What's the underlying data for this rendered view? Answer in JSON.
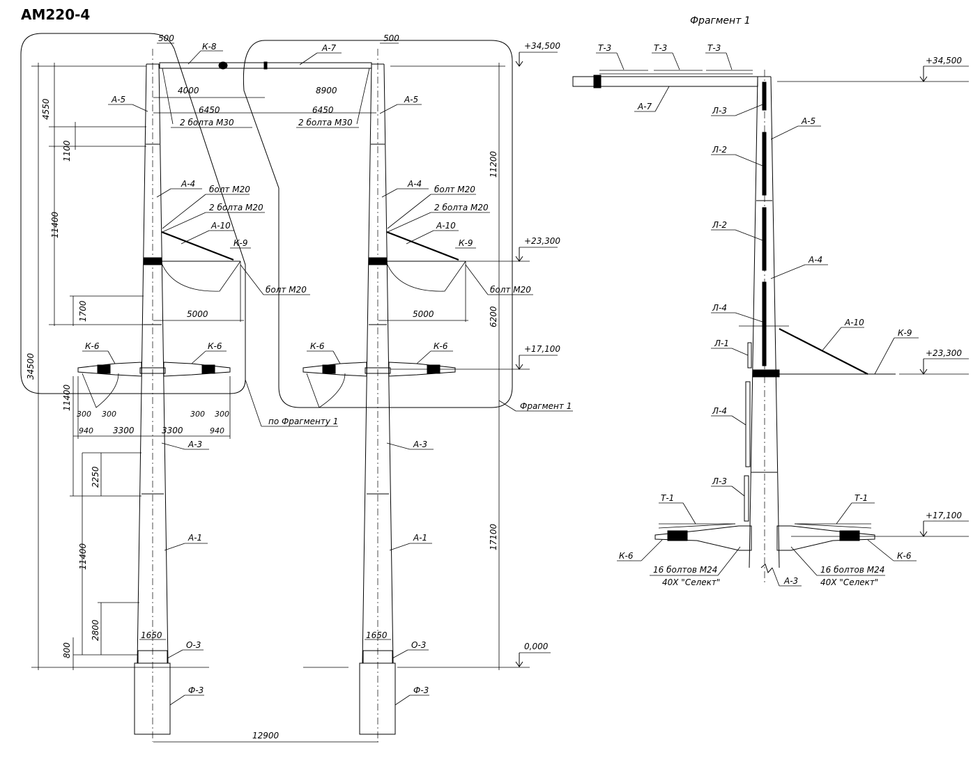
{
  "title": "АМ220-4",
  "fragment_title": "Фрагмент 1",
  "elevations": {
    "top": "+34,500",
    "mid": "+23,300",
    "low": "+17,100",
    "ground": "0,000"
  },
  "labels": {
    "a1": "А-1",
    "a3": "А-3",
    "a4": "А-4",
    "a5": "А-5",
    "a7": "А-7",
    "a10": "А-10",
    "k6": "К-6",
    "k8": "К-8",
    "k9": "К-9",
    "o3": "О-3",
    "f3": "Ф-3",
    "t1": "Т-1",
    "t3": "Т-3",
    "l1": "Л-1",
    "l2": "Л-2",
    "l3": "Л-3",
    "l4": "Л-4"
  },
  "notes": {
    "bolt_m20": "болт М20",
    "two_bolts_m20": "2 болта М20",
    "two_bolts_m30": "2 болта М30",
    "sixteen_bolts_m24": "16 болтов М24",
    "steel_grade": "40Х \"Селект\"",
    "fragment_ref": "Фрагмент 1",
    "per_fragment": "по Фрагменту 1"
  },
  "dimensions": {
    "d500": "500",
    "d4000": "4000",
    "d8900": "8900",
    "d6450": "6450",
    "d4550": "4550",
    "d1100": "1100",
    "d11400": "11400",
    "d34500": "34500",
    "d1700": "1700",
    "d5000": "5000",
    "d300": "300",
    "d940": "940",
    "d3300": "3300",
    "d2250": "2250",
    "d2800": "2800",
    "d800": "800",
    "d1650": "1650",
    "d11200": "11200",
    "d6200": "6200",
    "d17100": "17100",
    "d12900": "12900"
  }
}
